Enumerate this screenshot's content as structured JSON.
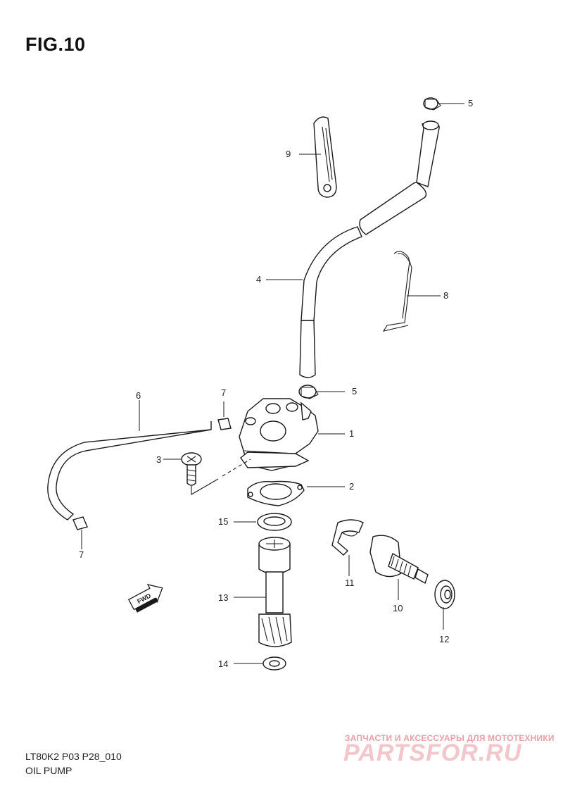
{
  "figure": {
    "title": "FIG.10",
    "code": "LT80K2 P03 P28_010",
    "caption": "OIL PUMP"
  },
  "callouts": [
    "5",
    "9",
    "4",
    "8",
    "7",
    "6",
    "5",
    "1",
    "3",
    "2",
    "15",
    "7",
    "11",
    "13",
    "10",
    "12",
    "14"
  ],
  "arrow_label": "FWD",
  "watermark": {
    "tagline": "ЗАПЧАСТИ И АКСЕССУАРЫ ДЛЯ МОТОТЕХНИКИ",
    "logo": "PARTSFOR.RU"
  }
}
